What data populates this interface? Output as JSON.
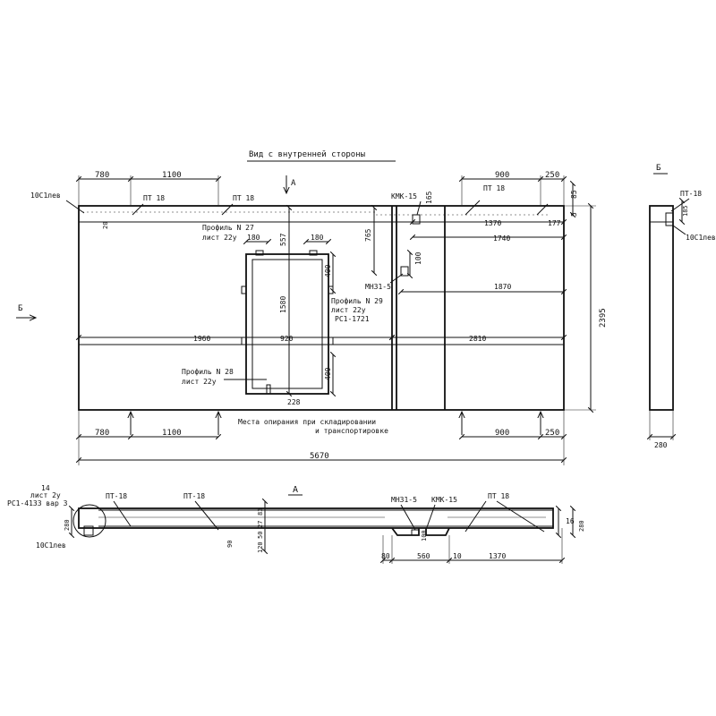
{
  "title": "Вид с внутренней стороны",
  "views": {
    "section_a": "А",
    "view_b": "Б",
    "arrow_a": "А",
    "arrow_b": "Б"
  },
  "elevation": {
    "dims_top": [
      "780",
      "1100",
      "900",
      "250"
    ],
    "dims_bottom": [
      "780",
      "1100",
      "900",
      "250"
    ],
    "overall_length": "5670",
    "height": "2395",
    "marks": {
      "edge": "10С1лев",
      "pt18_a": "ПТ 18",
      "pt18_b": "ПТ 18",
      "pt18_c": "ПТ 18",
      "kmk": "КМК-15",
      "mn": "МН31-5"
    },
    "labels": {
      "profile27": "Профиль N 27",
      "sheet27": "лист 22у",
      "profile29": "Профиль N 29",
      "sheet29": "лист 22у",
      "rs29": "РС1-1721",
      "profile28": "Профиль N 28",
      "sheet28": "лист 22у",
      "support_line1": "Места опирания при складировании",
      "support_line2": "и транспортировке"
    },
    "dims": {
      "d20": "20",
      "d180a": "180",
      "d180b": "180",
      "d557": "557",
      "d400a": "400",
      "d400b": "400",
      "d1580": "1580",
      "d1960": "1960",
      "d920": "920",
      "d228": "228",
      "d765": "765",
      "d100": "100",
      "d1370": "1370",
      "d1740": "1740",
      "d1870": "1870",
      "d2810": "2810",
      "d165": "165",
      "d85": "85",
      "d5": "5",
      "d177": "177"
    }
  },
  "side_view": {
    "mark": "ПТ-18",
    "edge": "10С1лев",
    "d185": "185",
    "width": "280"
  },
  "section": {
    "labels": {
      "n14": "14",
      "sheet": "лист 2у",
      "rs": "РС1-4133 вар 3",
      "edge": "10С1лев"
    },
    "marks": {
      "pt18_a": "ПТ-18",
      "pt18_b": "ПТ-18",
      "pt18_c": "ПТ 18",
      "mn": "МН31-5",
      "kmk": "КМК-15"
    },
    "dims": {
      "d280": "280",
      "d90": "90",
      "d120": "120",
      "d50": "50",
      "d27": "27",
      "d83": "83",
      "d80": "80",
      "d560": "560",
      "d10": "10",
      "d1370": "1370",
      "d16": "16",
      "d280r": "280",
      "d100": "100"
    }
  }
}
